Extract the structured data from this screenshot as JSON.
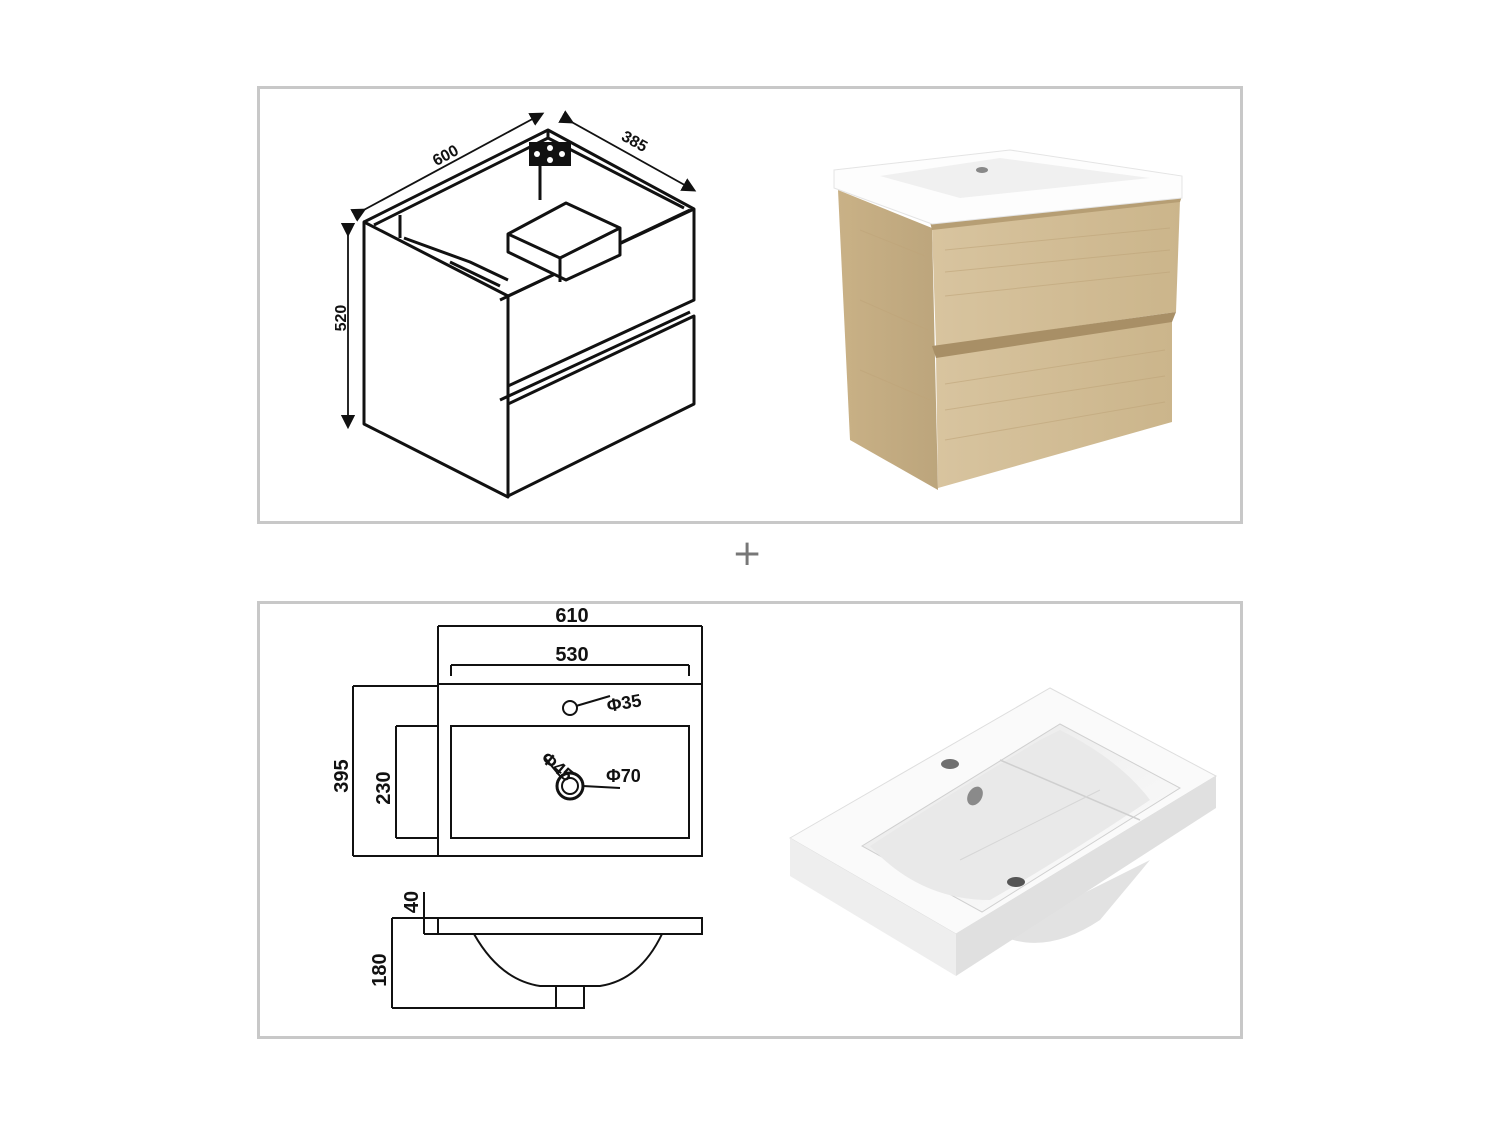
{
  "cabinet": {
    "dim_width": "600",
    "dim_depth": "385",
    "dim_height": "520"
  },
  "separator": "+",
  "basin": {
    "dim_outer_width": "610",
    "dim_inner_width": "530",
    "dim_outer_depth": "395",
    "dim_inner_depth": "230",
    "dim_tap_hole": "Φ35",
    "dim_drain": "Φ45",
    "dim_overflow": "Φ70",
    "dim_rim": "40",
    "dim_bowl_depth": "180"
  },
  "colors": {
    "panel_border": "#c8c8c8",
    "oak": "#d4bf98",
    "oak_dark": "#c2aa80",
    "ceramic": "#f7f7f7"
  }
}
